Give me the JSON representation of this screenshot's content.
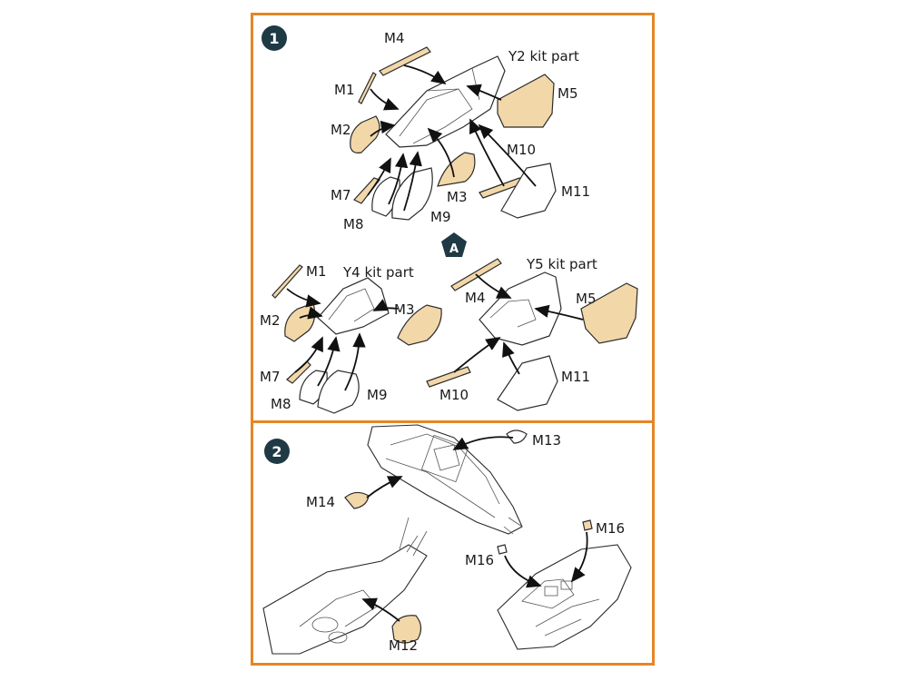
{
  "steps": [
    {
      "number": "1"
    },
    {
      "number": "2"
    }
  ],
  "variant_marker": "A",
  "step1": {
    "top": {
      "kit_part": "Y2 kit part",
      "labels": {
        "m4": "M4",
        "m1": "M1",
        "m2": "M2",
        "m5": "M5",
        "m7": "M7",
        "m8": "M8",
        "m9": "M9",
        "m3": "M3",
        "m10": "M10",
        "m11": "M11"
      }
    },
    "left": {
      "kit_part": "Y4 kit part",
      "labels": {
        "m1": "M1",
        "m2": "M2",
        "m3": "M3",
        "m7": "M7",
        "m8": "M8",
        "m9": "M9"
      }
    },
    "right": {
      "kit_part": "Y5 kit part",
      "labels": {
        "m4": "M4",
        "m5": "M5",
        "m10": "M10",
        "m11": "M11"
      }
    }
  },
  "step2": {
    "labels": {
      "m13": "M13",
      "m14": "M14",
      "m12": "M12",
      "m16a": "M16",
      "m16b": "M16"
    }
  },
  "colors": {
    "frame": "#e58625",
    "badge": "#1f3a44",
    "part": "#f2d7a9"
  }
}
